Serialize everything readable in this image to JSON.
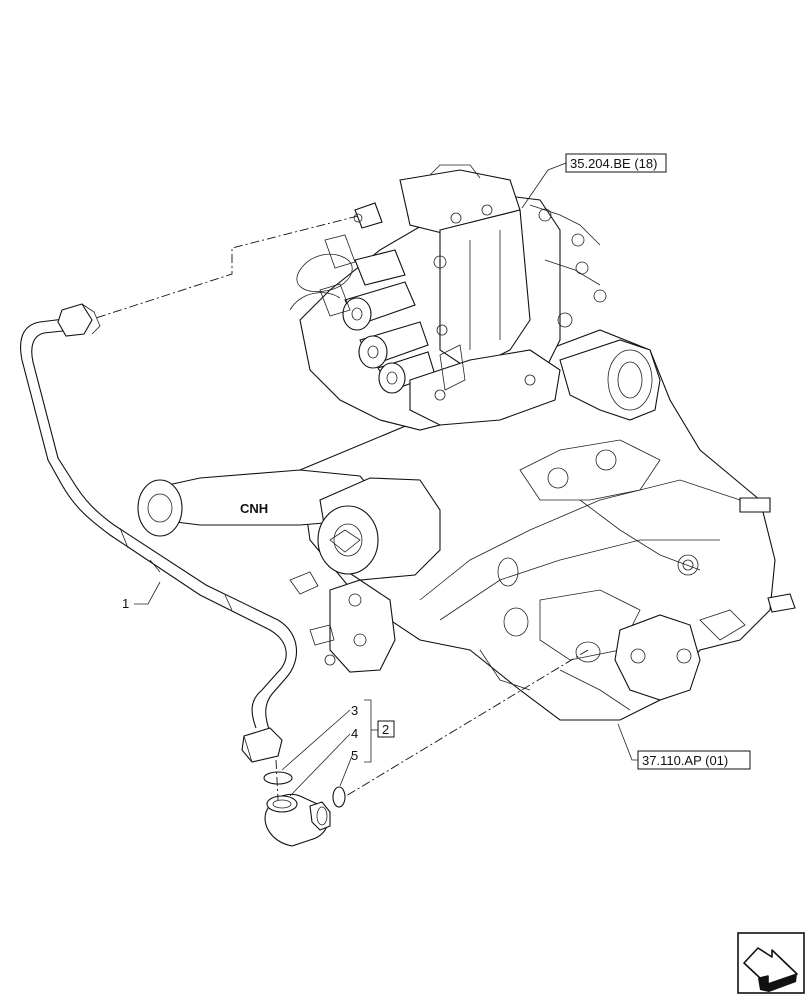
{
  "references": {
    "valve_ref": "35.204.BE (18)",
    "housing_ref": "37.110.AP (01)"
  },
  "callouts": {
    "item_1": "1",
    "item_2": "2",
    "item_3": "3",
    "item_4": "4",
    "item_5": "5"
  },
  "casting_text": "CNH",
  "nav_icon": "next-page-arrow-icon"
}
